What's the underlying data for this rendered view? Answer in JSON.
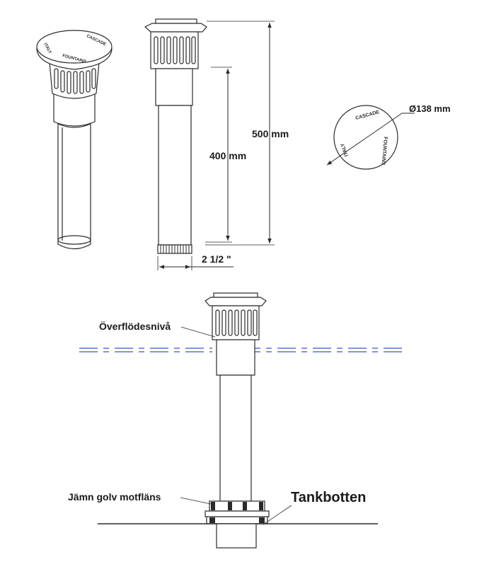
{
  "dimensions": {
    "height_total": "500 mm",
    "height_tube": "400 mm",
    "thread": "2 1/2 \"",
    "diameter": "Ø138 mm"
  },
  "cap_text": {
    "brand": "CASCADE",
    "word_fountains": "FOUNTAINS",
    "word_italy": "ITALY"
  },
  "callouts": {
    "overflow_level": "Överflödesnivå",
    "floor_flange": "Jämn golv motfläns",
    "tank_bottom": "Tankbotten"
  },
  "colors": {
    "line": "#2a2a2a",
    "water": "#3a55c8"
  }
}
